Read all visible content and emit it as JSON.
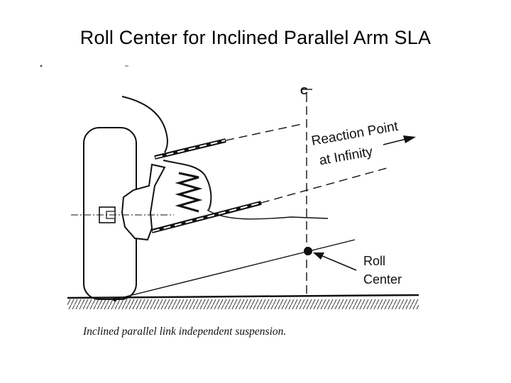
{
  "slide": {
    "title": "Roll Center for Inclined Parallel Arm SLA"
  },
  "diagram": {
    "centerline_label": "C",
    "reaction_label_line1": "Reaction Point",
    "reaction_label_line2": "at Infinity",
    "roll_label_line1": "Roll",
    "roll_label_line2": "Center",
    "caption": "Inclined parallel link independent suspension."
  }
}
